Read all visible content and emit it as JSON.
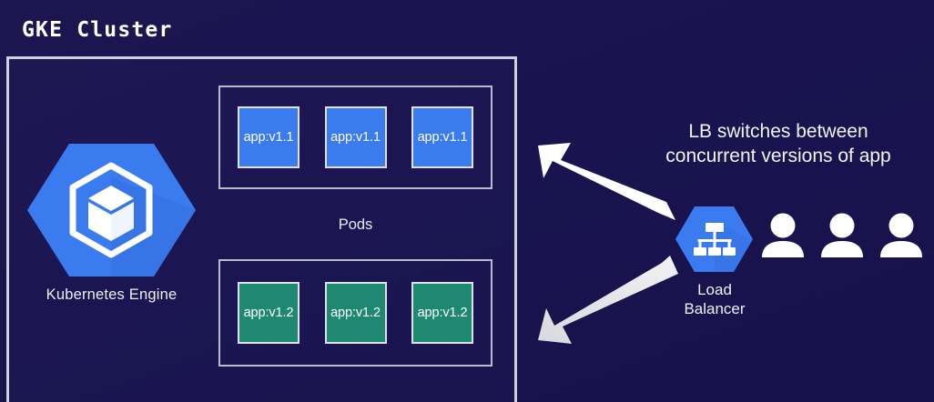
{
  "diagram": {
    "title": "GKE Cluster",
    "background_color": "#191450",
    "border_color": "#cfd0dd"
  },
  "gke": {
    "label": "Kubernetes Engine",
    "icon": "kubernetes-engine-hexagon-icon",
    "color": "#3b7bf0"
  },
  "pods": {
    "label": "Pods",
    "group_v11": {
      "version": "v1.1",
      "color": "#3b7bf0",
      "items": [
        {
          "label": "app:v1.1"
        },
        {
          "label": "app:v1.1"
        },
        {
          "label": "app:v1.1"
        }
      ]
    },
    "group_v12": {
      "version": "v1.2",
      "color": "#1e8870",
      "items": [
        {
          "label": "app:v1.2"
        },
        {
          "label": "app:v1.2"
        },
        {
          "label": "app:v1.2"
        }
      ]
    }
  },
  "caption": {
    "line1": "LB switches between",
    "line2": "concurrent versions of app"
  },
  "load_balancer": {
    "label_line1": "Load",
    "label_line2": "Balancer",
    "icon": "load-balancer-hexagon-icon",
    "color": "#3b7bf0"
  },
  "users": {
    "icon": "user-icon",
    "count": 3,
    "color": "#ffffff"
  },
  "arrows": [
    {
      "name": "arrow-to-v11-pods",
      "direction": "up-left",
      "color": "#ffffff"
    },
    {
      "name": "arrow-to-v12-pods",
      "direction": "down-left",
      "color": "#e0e0e4"
    }
  ]
}
